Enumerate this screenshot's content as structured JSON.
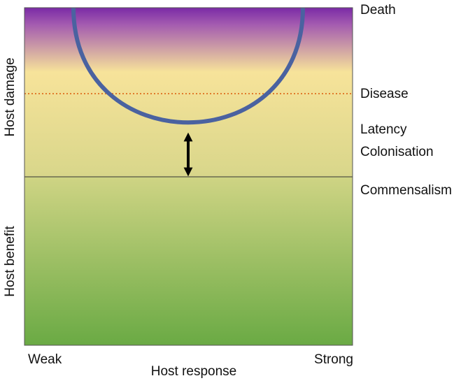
{
  "diagram": {
    "levels": {
      "death": "Death",
      "disease": "Disease",
      "latency": "Latency",
      "colonisation": "Colonisation",
      "commensalism": "Commensalism"
    },
    "axes": {
      "y_upper": "Host damage",
      "y_lower": "Host benefit",
      "x_title": "Host response",
      "x_left": "Weak",
      "x_right": "Strong"
    },
    "colors": {
      "top_purple": "#7a2aa6",
      "band_yellow": "#f7e39a",
      "mid_khaki": "#d8d68a",
      "bottom_green": "#6aaa44",
      "curve": "#4a62a0",
      "disease_line": "#e07a2a",
      "baseline": "#333333",
      "arrow": "#000000"
    }
  }
}
